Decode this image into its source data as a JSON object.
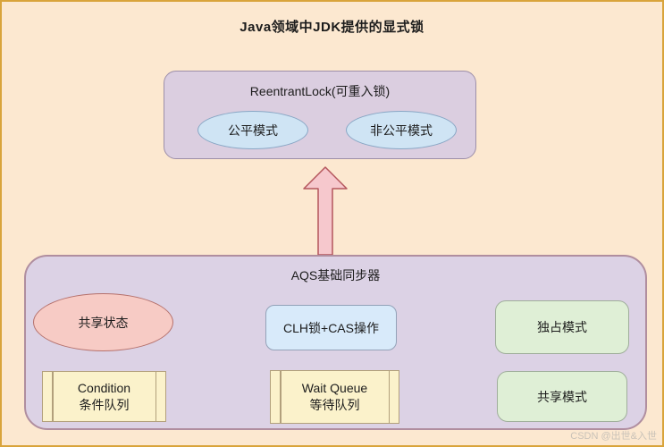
{
  "page": {
    "title": "Java领域中JDK提供的显式锁",
    "watermark": "CSDN @出世&入世"
  },
  "reentrant_lock": {
    "title": "ReentrantLock(可重入锁)",
    "modes": [
      {
        "label": "公平模式"
      },
      {
        "label": "非公平模式"
      }
    ]
  },
  "aqs": {
    "title": "AQS基础同步器",
    "shared_state": "共享状态",
    "clh_cas": "CLH锁+CAS操作",
    "exclusive_mode": "独占模式",
    "shared_mode": "共享模式",
    "condition_queue": {
      "line1": "Condition",
      "line2": "条件队列"
    },
    "wait_queue": {
      "line1": "Wait Queue",
      "line2": "等待队列"
    }
  },
  "icons": {
    "up_arrow": "up-arrow connecting AQS synchronizer to ReentrantLock"
  },
  "colors": {
    "background": "#fce8d0",
    "outer_border": "#d9a43b",
    "reentrant_fill": "#dbcee0",
    "reentrant_border": "#9d8fa9",
    "aqs_fill": "#dcd2e5",
    "aqs_border": "#b08e9f",
    "blue_ellipse_fill": "#cfe4f4",
    "blue_ellipse_border": "#89a7c5",
    "pink_ellipse_fill": "#f7cbc5",
    "pink_ellipse_border": "#b5716c",
    "clh_fill": "#d8eafa",
    "clh_border": "#93a2b8",
    "green_fill": "#dfefd6",
    "green_border": "#9fae9b",
    "yellow_fill": "#fbf2cb",
    "yellow_border": "#b2a07c",
    "arrow_fill": "#f6c8cd",
    "arrow_border": "#b4565c",
    "watermark": "#c9c2b8"
  }
}
